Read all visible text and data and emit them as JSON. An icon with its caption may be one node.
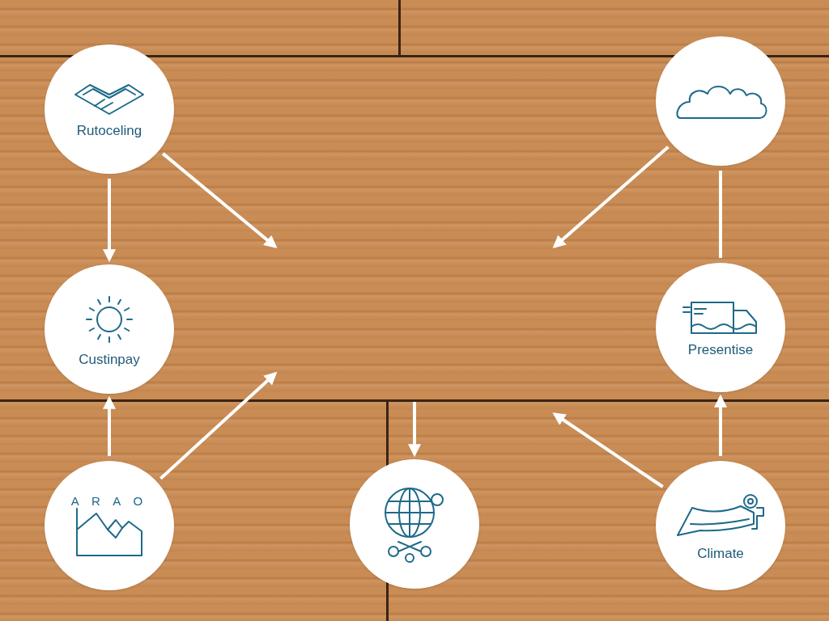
{
  "diagram": {
    "nodes": [
      {
        "text": [
          "Rutoceling"
        ]
      },
      {
        "text": [],
        "shape": "circle"
      },
      {
        "text": [
          "Custinpay"
        ]
      },
      {
        "text": [
          "Presentise"
        ]
      },
      {
        "text": [
          "A R A O"
        ]
      },
      {
        "text": [],
        "shape": "circle"
      },
      {
        "text": [
          "Climate"
        ]
      }
    ],
    "edges": [
      {
        "from": 0,
        "to": 2,
        "arrow": "to"
      },
      {
        "from": 0,
        "to": null,
        "arrow": "to"
      },
      {
        "from": 1,
        "to": null,
        "arrow": "to"
      },
      {
        "from": 1,
        "to": 3,
        "arrow": "none"
      },
      {
        "from": 4,
        "to": 2,
        "arrow": "to"
      },
      {
        "from": 4,
        "to": null,
        "arrow": "to"
      },
      {
        "from": null,
        "to": 5,
        "arrow": "to"
      },
      {
        "from": 6,
        "to": 3,
        "arrow": "to"
      },
      {
        "from": 6,
        "to": null,
        "arrow": "to"
      }
    ]
  }
}
